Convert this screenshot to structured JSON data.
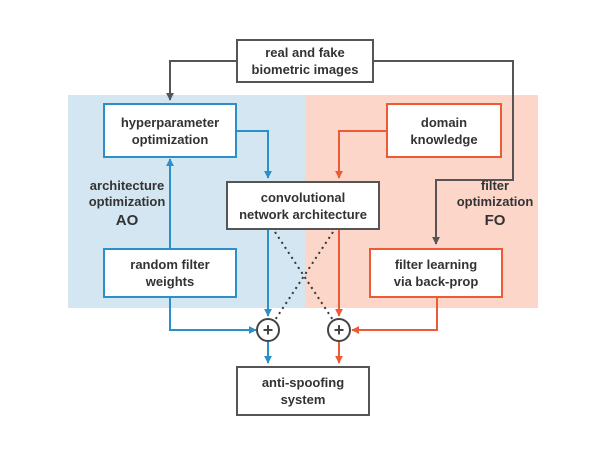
{
  "colors": {
    "ao_region": "#d3e6f1",
    "fo_region": "#fbd6c9",
    "blue": "#2b8fc8",
    "orange": "#ee5a35",
    "gray": "#555555"
  },
  "nodes": {
    "real_fake": "real and fake\nbiometric images",
    "hyperparameter": "hyperparameter\noptimization",
    "domain_knowledge": "domain\nknowledge",
    "conv_arch": "convolutional\nnetwork architecture",
    "random_filter": "random filter\nweights",
    "filter_learning": "filter learning\nvia back-prop",
    "anti_spoofing": "anti-spoofing\nsystem"
  },
  "labels": {
    "architecture_optimization": {
      "line1": "architecture",
      "line2": "optimization",
      "abbr": "AO"
    },
    "filter_optimization": {
      "line1": "filter",
      "line2": "optimization",
      "abbr": "FO"
    }
  },
  "operators": {
    "combine": "+"
  }
}
